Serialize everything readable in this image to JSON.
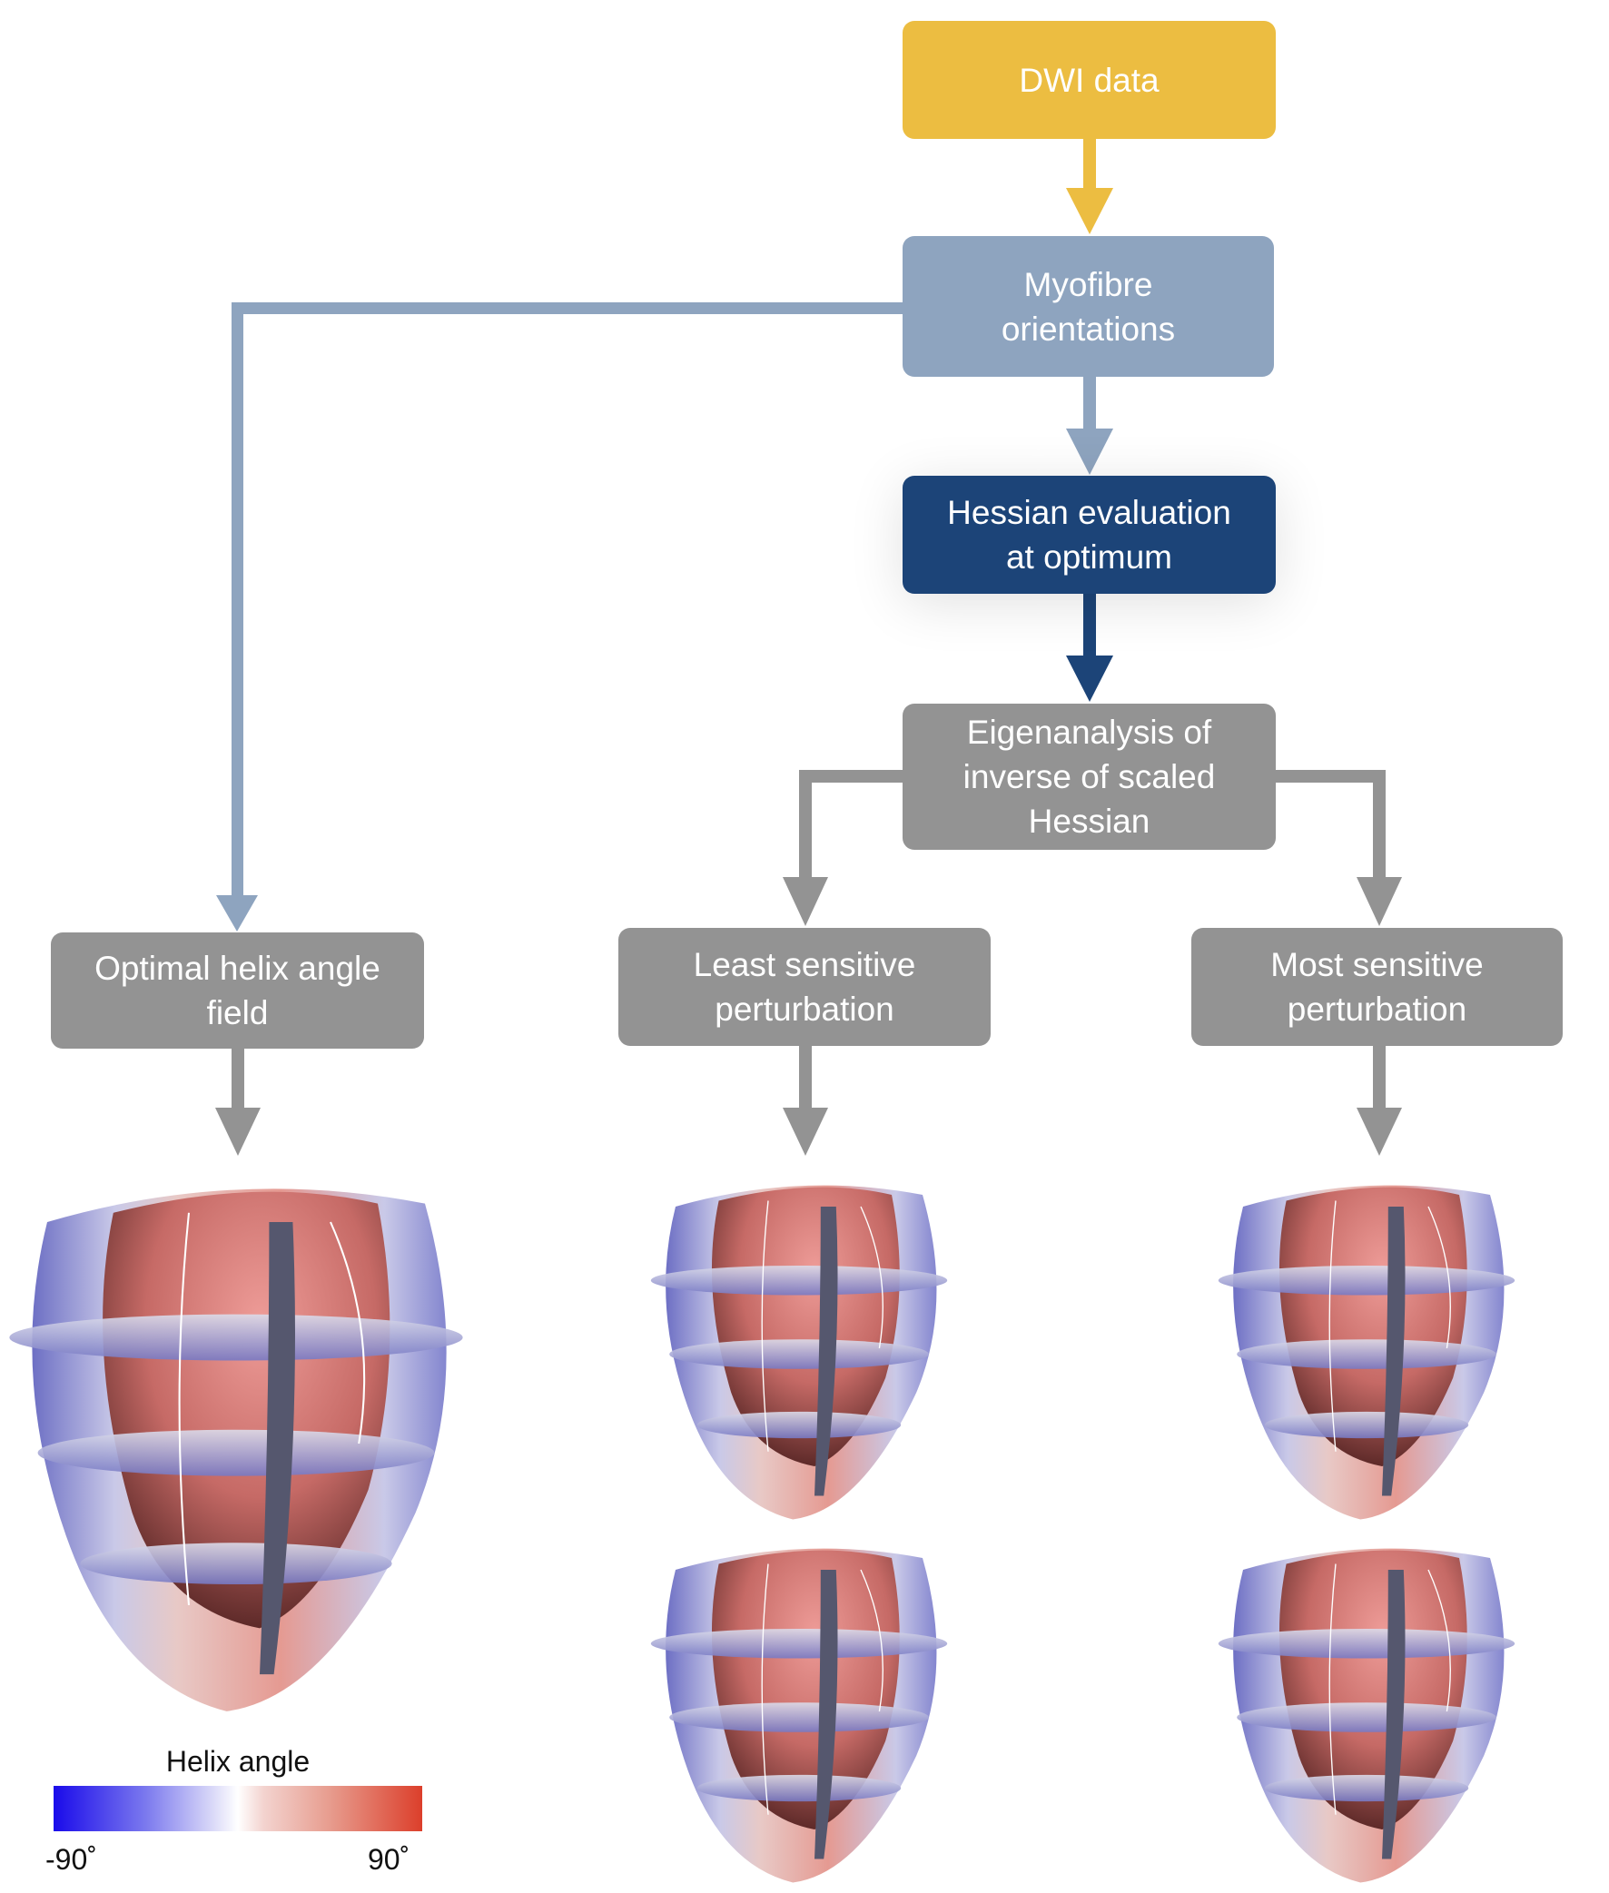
{
  "diagram": {
    "nodes": {
      "dwi": {
        "label": "DWI data",
        "color": "#ecbd41"
      },
      "myofibre": {
        "label": "Myofibre\norientations",
        "color": "#8ea4bf"
      },
      "hessian": {
        "label": "Hessian evaluation\nat optimum",
        "color": "#1c4478"
      },
      "eigen": {
        "label": "Eigenanalysis of\ninverse of scaled\nHessian",
        "color": "#939393"
      },
      "optimal": {
        "label": "Optimal helix angle\nfield",
        "color": "#939393"
      },
      "least": {
        "label": "Least sensitive\nperturbation",
        "color": "#939393"
      },
      "most": {
        "label": "Most sensitive\nperturbation",
        "color": "#939393"
      }
    },
    "edges": [
      {
        "from": "dwi",
        "to": "myofibre"
      },
      {
        "from": "myofibre",
        "to": "hessian"
      },
      {
        "from": "myofibre",
        "to": "optimal"
      },
      {
        "from": "hessian",
        "to": "eigen"
      },
      {
        "from": "eigen",
        "to": "least"
      },
      {
        "from": "eigen",
        "to": "most"
      },
      {
        "from": "optimal",
        "to": "heart-optimal"
      },
      {
        "from": "least",
        "to": "hearts-least"
      },
      {
        "from": "most",
        "to": "hearts-most"
      }
    ],
    "images": [
      {
        "name": "heart-optimal",
        "description": "Optimal helix angle field rendering"
      },
      {
        "name": "heart-least-1",
        "description": "Least sensitive perturbation rendering 1"
      },
      {
        "name": "heart-least-2",
        "description": "Least sensitive perturbation rendering 2"
      },
      {
        "name": "heart-most-1",
        "description": "Most sensitive perturbation rendering 1"
      },
      {
        "name": "heart-most-2",
        "description": "Most sensitive perturbation rendering 2"
      }
    ]
  },
  "colorbar": {
    "title": "Helix angle",
    "min_label": "-90˚",
    "max_label": "90˚",
    "min_color": "#1a0bea",
    "mid_color": "#ffffff",
    "max_color": "#dc3f2b"
  }
}
